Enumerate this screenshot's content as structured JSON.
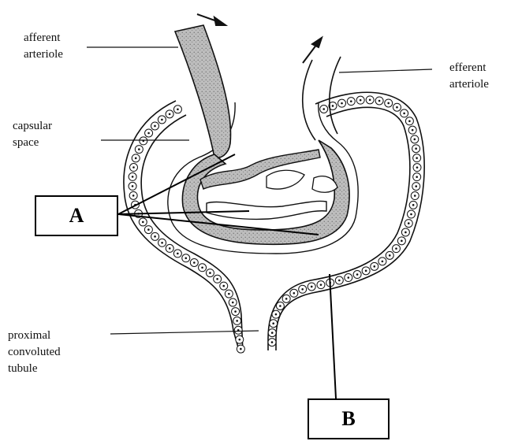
{
  "labels": {
    "afferent": [
      "afferent",
      "arteriole"
    ],
    "efferent": [
      "efferent",
      "arteriole"
    ],
    "capsular": [
      "capsular",
      "space"
    ],
    "proximal": [
      "proximal",
      "convoluted",
      "tubule"
    ]
  },
  "boxes": {
    "a": "A",
    "b": "B"
  },
  "colors": {
    "vessel_fill": "#b9b9b9",
    "ink": "#111111"
  }
}
